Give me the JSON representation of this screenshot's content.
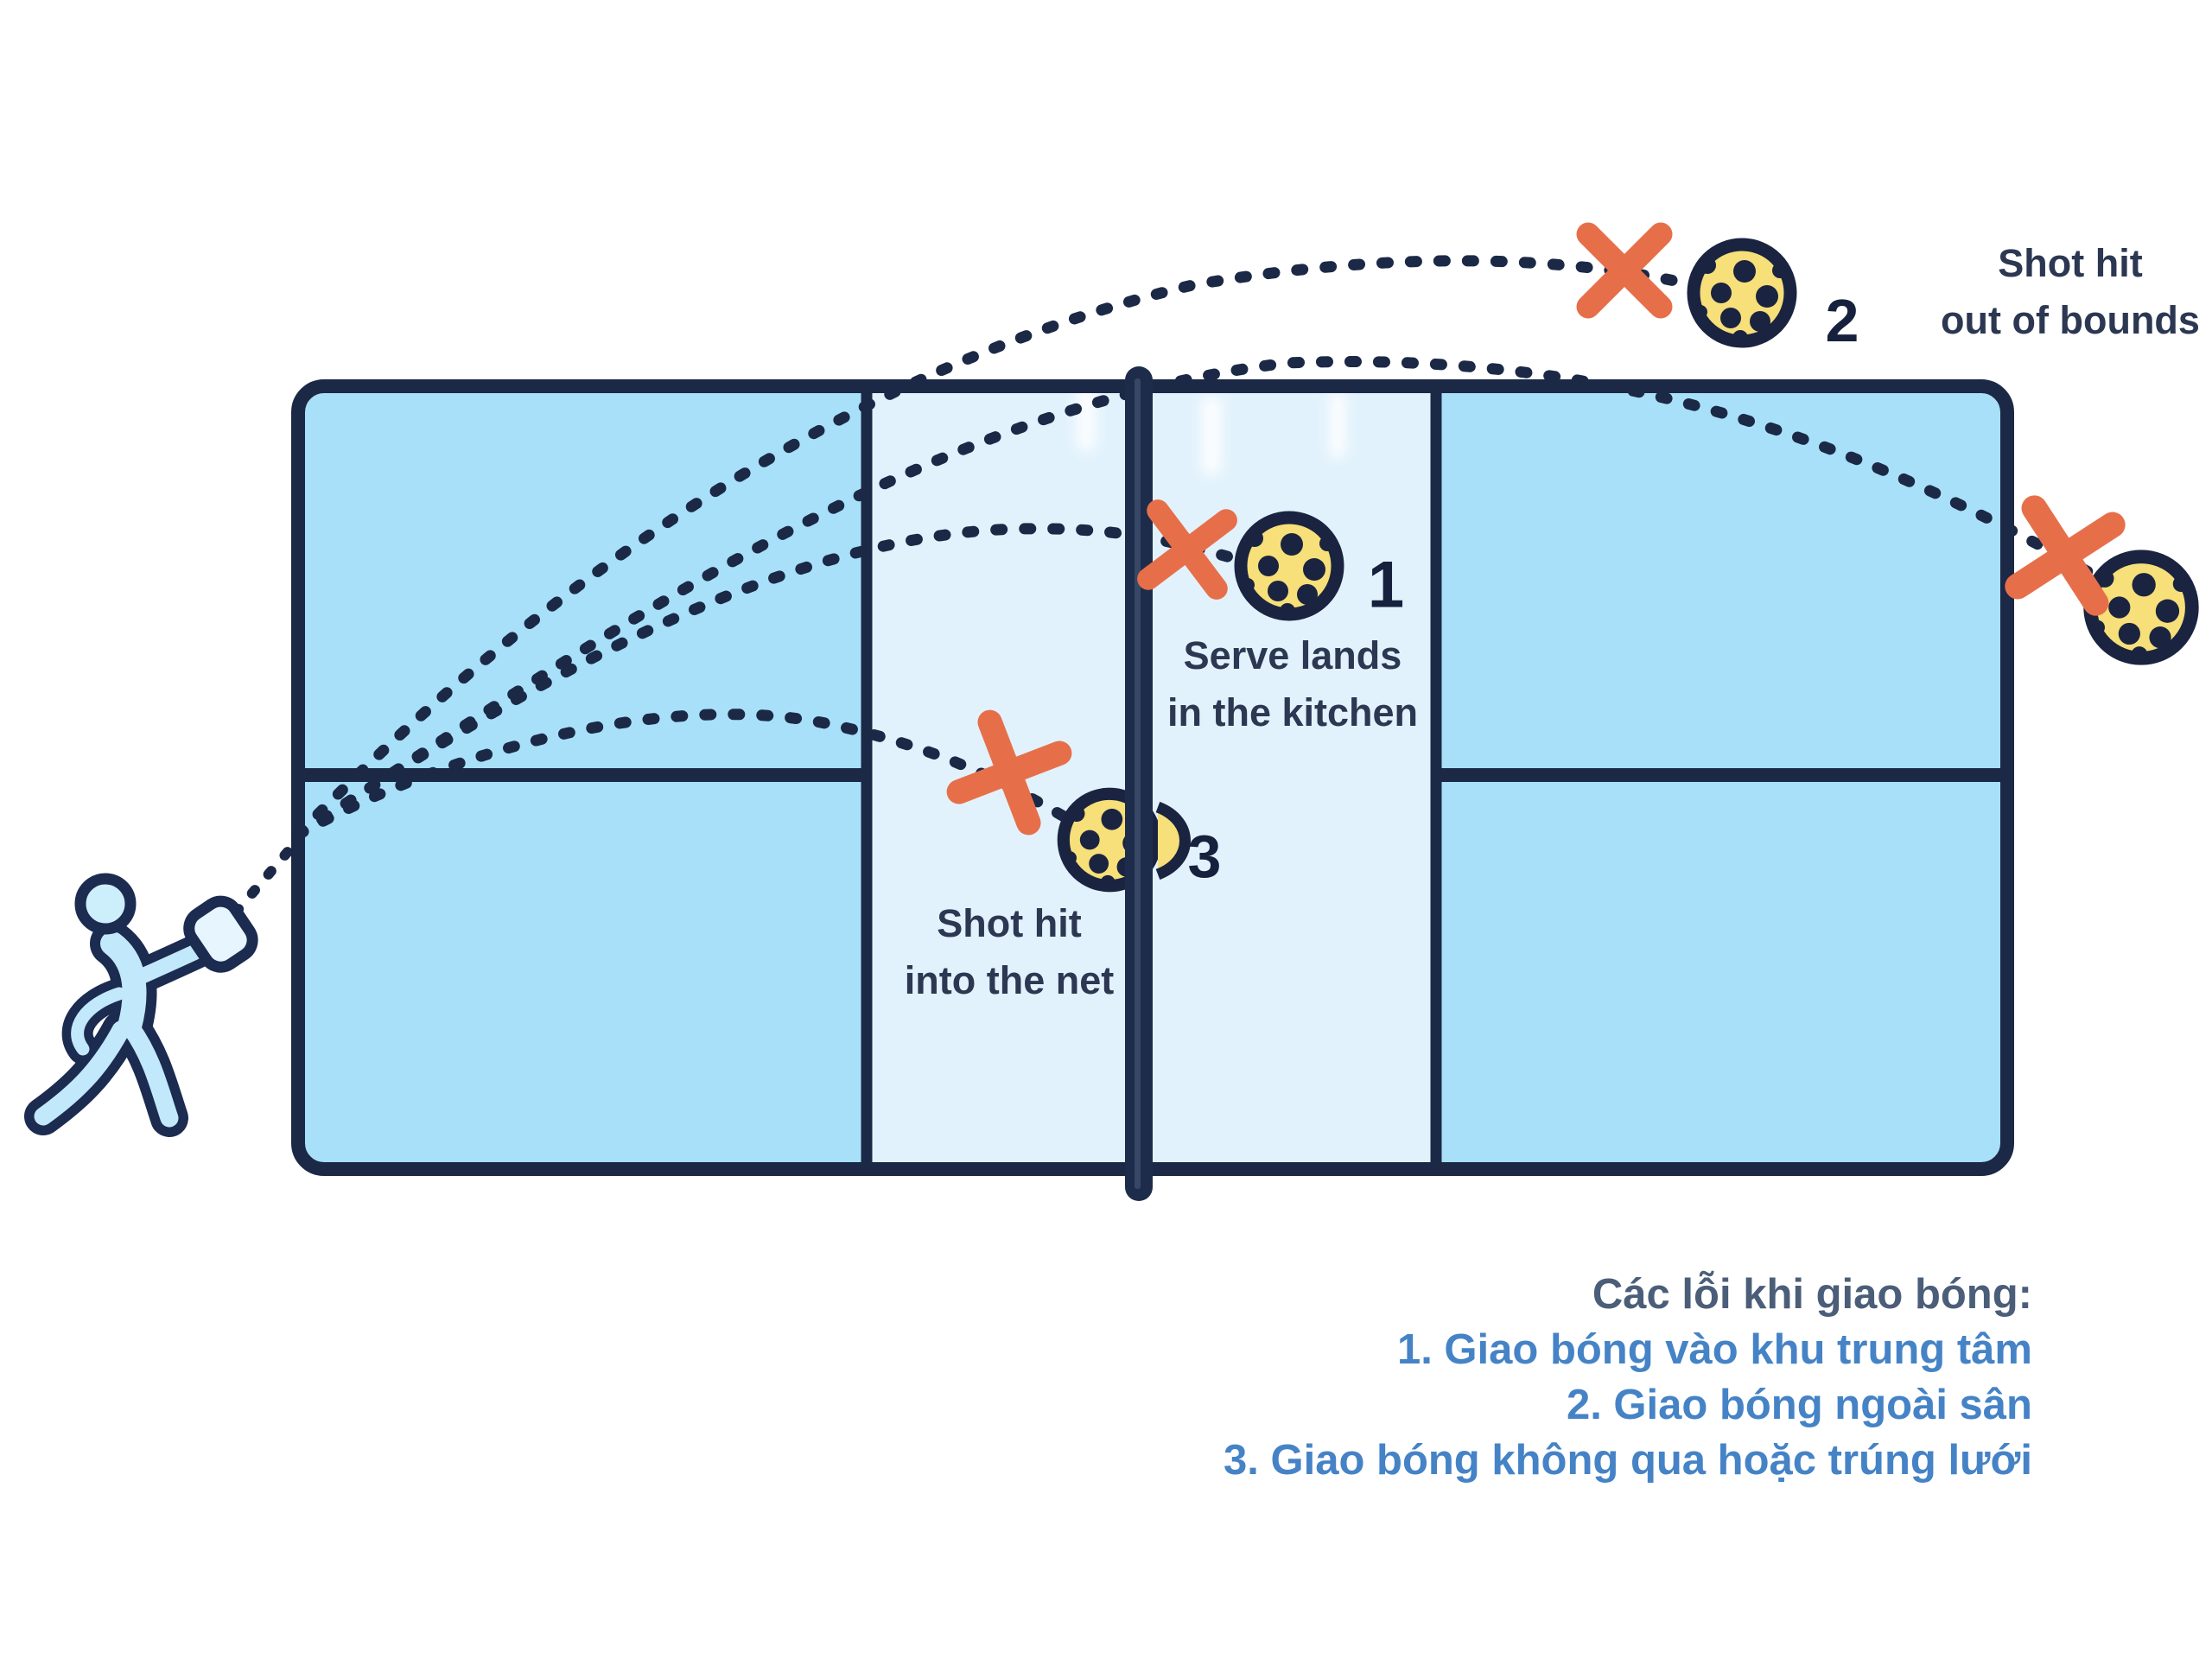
{
  "diagram_title": "Pickleball serve faults diagram",
  "fault_labels": {
    "serve_lands_kitchen": {
      "number": "1",
      "lines": [
        "Serve lands",
        "in the kitchen"
      ]
    },
    "out_of_bounds": {
      "number": "2",
      "lines": [
        "Shot hit",
        "out of bounds"
      ]
    },
    "into_the_net": {
      "number": "3",
      "lines": [
        "Shot hit",
        "into the net"
      ]
    }
  },
  "caption": {
    "heading": "Các lỗi khi giao bóng:",
    "items": [
      "1. Giao bóng vào khu trung tâm",
      "2. Giao bóng ngoài sân",
      "3. Giao bóng không qua hoặc trúng lưới"
    ]
  },
  "icons": {
    "ball": "pickleball-icon",
    "fault_marker": "x-mark-icon",
    "player": "player-serving-icon",
    "paddle": "paddle-icon"
  },
  "colors": {
    "court_fill": "#a8e0fa",
    "kitchen_fill": "#e2f2fc",
    "court_line_navy": "#1b2946",
    "net_navy": "#1e2c4b",
    "x_mark_orange": "#e66f4a",
    "ball_yellow": "#f7df79",
    "ball_hole_navy": "#1a2440",
    "player_fill": "#c2e8fb",
    "label_text": "#2c3752",
    "caption_heading": "#4b5e79",
    "caption_items": "#4583c6"
  }
}
